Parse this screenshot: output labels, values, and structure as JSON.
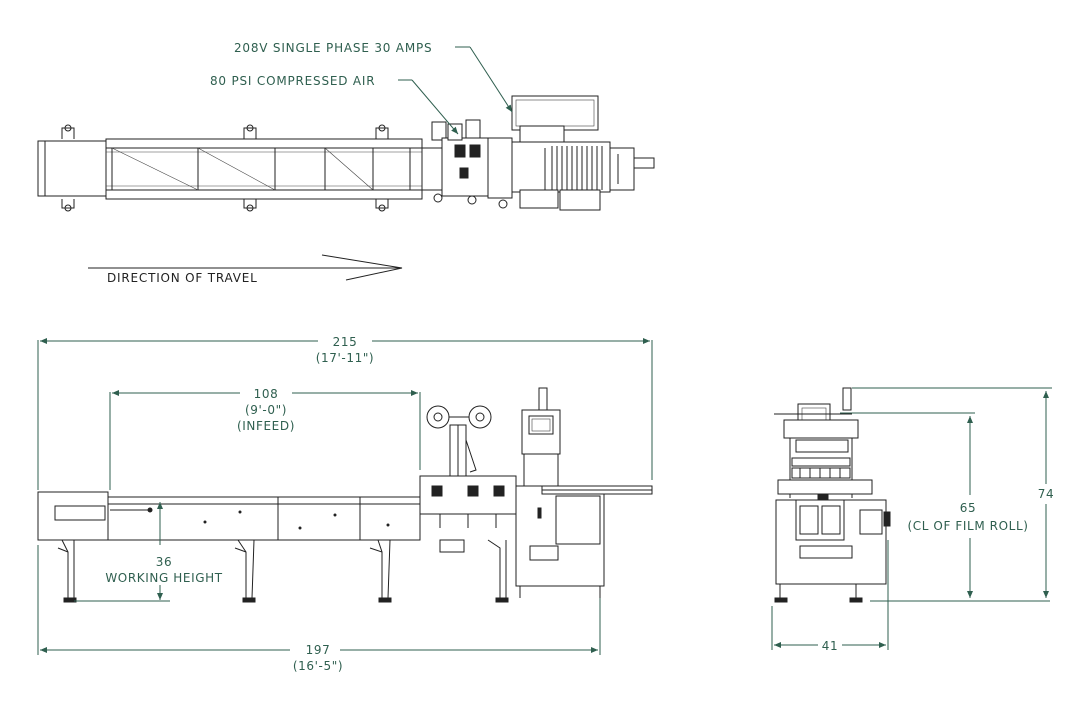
{
  "top_view": {
    "callout_power": "208V SINGLE PHASE 30 AMPS",
    "callout_air": "80 PSI COMPRESSED AIR",
    "direction_label": "DIRECTION OF TRAVEL"
  },
  "side_view": {
    "overall_length": {
      "value": "215",
      "feet": "(17'-11\")"
    },
    "infeed_length": {
      "value": "108",
      "feet": "(9'-0\")",
      "label": "(INFEED)"
    },
    "working_height": {
      "value": "36",
      "label": "WORKING HEIGHT"
    },
    "base_length": {
      "value": "197",
      "feet": "(16'-5\")"
    }
  },
  "end_view": {
    "film_roll_height": {
      "value": "65",
      "label": "(CL OF FILM ROLL)"
    },
    "overall_height": {
      "value": "74"
    },
    "width": {
      "value": "41"
    }
  },
  "colors": {
    "dimension": "#2f5f4f",
    "machine": "#222222"
  }
}
